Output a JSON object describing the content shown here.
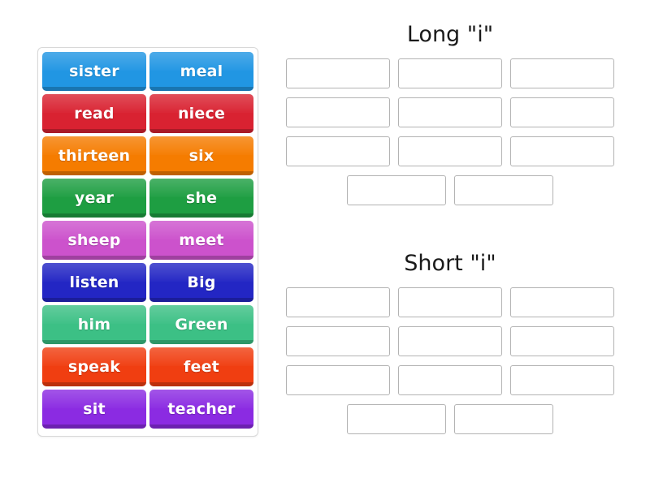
{
  "activity": {
    "type": "word-sort-drag-and-drop",
    "word_bank": {
      "rows": [
        {
          "left": {
            "label": "sister",
            "color": "#2196E3"
          },
          "right": {
            "label": "meal",
            "color": "#2196E3"
          }
        },
        {
          "left": {
            "label": "read",
            "color": "#D92231"
          },
          "right": {
            "label": "niece",
            "color": "#D92231"
          }
        },
        {
          "left": {
            "label": "thirteen",
            "color": "#F57C00"
          },
          "right": {
            "label": "six",
            "color": "#F57C00"
          }
        },
        {
          "left": {
            "label": "year",
            "color": "#1E9E42"
          },
          "right": {
            "label": "she",
            "color": "#1E9E42"
          }
        },
        {
          "left": {
            "label": "sheep",
            "color": "#CC52CC"
          },
          "right": {
            "label": "meet",
            "color": "#CC52CC"
          }
        },
        {
          "left": {
            "label": "listen",
            "color": "#2326C4"
          },
          "right": {
            "label": "Big",
            "color": "#2326C4"
          }
        },
        {
          "left": {
            "label": "him",
            "color": "#3CC085"
          },
          "right": {
            "label": "Green",
            "color": "#3CC085"
          }
        },
        {
          "left": {
            "label": "speak",
            "color": "#F03E11"
          },
          "right": {
            "label": "feet",
            "color": "#F03E11"
          }
        },
        {
          "left": {
            "label": "sit",
            "color": "#8B2BE2"
          },
          "right": {
            "label": "teacher",
            "color": "#8B2BE2"
          }
        }
      ]
    },
    "groups": [
      {
        "id": "long-i",
        "title": "Long \"i\"",
        "slot_rows": [
          {
            "centered": false,
            "count": 3
          },
          {
            "centered": false,
            "count": 3
          },
          {
            "centered": false,
            "count": 3
          },
          {
            "centered": true,
            "count": 2
          }
        ],
        "slot_values": [
          "",
          "",
          "",
          "",
          "",
          "",
          "",
          "",
          "",
          "",
          ""
        ]
      },
      {
        "id": "short-i",
        "title": "Short \"i\"",
        "slot_rows": [
          {
            "centered": false,
            "count": 3
          },
          {
            "centered": false,
            "count": 3
          },
          {
            "centered": false,
            "count": 3
          },
          {
            "centered": true,
            "count": 2
          }
        ],
        "slot_values": [
          "",
          "",
          "",
          "",
          "",
          "",
          "",
          "",
          "",
          "",
          ""
        ]
      }
    ]
  }
}
